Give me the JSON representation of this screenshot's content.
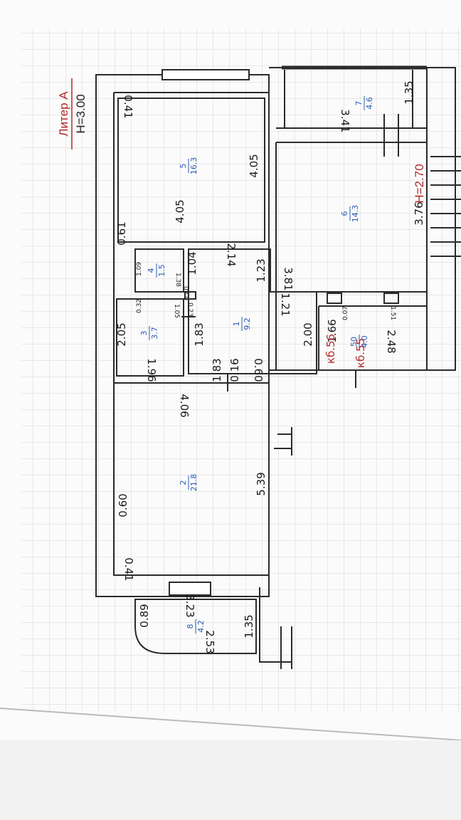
{
  "header": {
    "liter": "Литер А",
    "height": "Н=3.00"
  },
  "height_note": "Н=2.70",
  "rooms": [
    {
      "no": "1",
      "area": "9.2"
    },
    {
      "no": "2",
      "area": "21.8"
    },
    {
      "no": "3",
      "area": "3.7"
    },
    {
      "no": "4",
      "area": "1.5"
    },
    {
      "no": "5",
      "area": "16.3"
    },
    {
      "no": "6",
      "area": "14.3"
    },
    {
      "no": "7",
      "area": "4.6"
    },
    {
      "no": "8",
      "area": "4.2"
    },
    {
      "no": "50",
      "area": "4.0"
    }
  ],
  "dims": {
    "r5_top": "0.41",
    "r5_mid": "4.05",
    "r5_side": "4.05",
    "r5_bot": "0.61",
    "r4_a": "1.09",
    "r4_b": "1.38",
    "r4_c": "1.04",
    "r4_d": "2.14",
    "r3_a": "2.05",
    "r3_b": "1.96",
    "r3_c": "1.83",
    "r3_d": "1.05",
    "r3_e": "0.32",
    "c_a": "0.40",
    "c_b": "0.23",
    "c_c": "1.23",
    "c_d": "1.21",
    "c_e": "2.00",
    "c_f": "1.83",
    "c_g": "0.16",
    "c_h": "0.60",
    "r2_top": "4.06",
    "r2_side": "5.39",
    "r2_a": "0.60",
    "r2_b": "0.41",
    "r8_a": "0.89",
    "r8_b": "3.23",
    "r8_c": "2.53",
    "r8_d": "1.35",
    "r6_a": "3.81",
    "r6_b": "3.76",
    "r7_a": "3.41",
    "r7_b": "1.35",
    "b_a": "1.66",
    "b_b": "0.07",
    "b_c": "1.51",
    "b_d": "2.48",
    "kb1": "кб.56",
    "kb2": "кб.55"
  }
}
